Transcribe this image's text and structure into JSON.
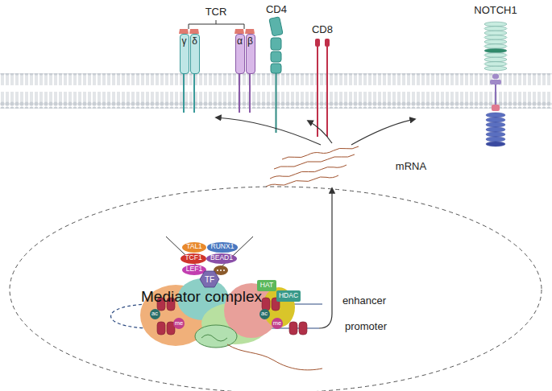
{
  "diagram": {
    "nodes": [
      {
        "text": [
          "γ"
        ]
      },
      {
        "text": [
          "δ"
        ]
      },
      {
        "text": [
          "α"
        ]
      },
      {
        "text": [
          "β"
        ]
      },
      {
        "text": [
          "TAL1"
        ]
      },
      {
        "text": [
          "RUNX1"
        ]
      },
      {
        "text": [
          "TCF1"
        ]
      },
      {
        "text": [
          "BEAD1"
        ]
      },
      {
        "text": [
          "LEF1"
        ]
      },
      {
        "text": [
          "TF"
        ]
      },
      {
        "text": [
          "Mediator complex"
        ]
      },
      {
        "text": [
          "HAT"
        ]
      },
      {
        "text": [
          "HDAC"
        ]
      },
      {
        "text": [
          "ac"
        ]
      },
      {
        "text": [
          "me"
        ]
      },
      {
        "text": [
          "ac"
        ]
      },
      {
        "text": [
          "me"
        ]
      }
    ],
    "labels": [
      "TCR",
      "CD4",
      "CD8",
      "NOTCH1",
      "mRNA",
      "enhancer",
      "promoter"
    ]
  }
}
